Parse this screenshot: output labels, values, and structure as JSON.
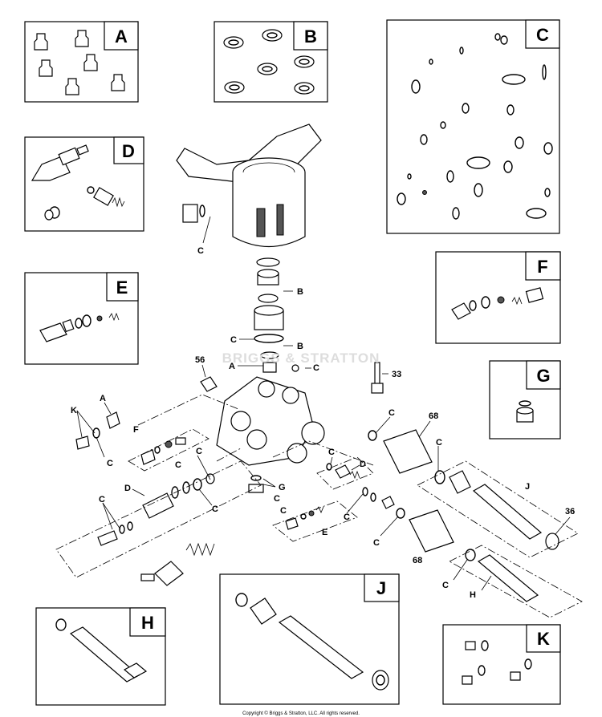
{
  "kit_tags": {
    "a": "A",
    "b": "B",
    "c": "C",
    "d": "D",
    "e": "E",
    "f": "F",
    "g": "G",
    "h": "H",
    "j": "J",
    "k": "K"
  },
  "callouts": {
    "c_manifold": "C",
    "b_upper": "B",
    "c_oring": "C",
    "b_lower": "B",
    "n56": "56",
    "a_valve": "A",
    "c_ball": "C",
    "n33": "33",
    "a_left": "A",
    "k_left": "K",
    "c_k": "C",
    "f_left": "F",
    "c_f": "C",
    "c_unloader": "C",
    "d_left": "D",
    "c_d_left": "C",
    "c_d_right": "C",
    "g_center": "G",
    "c_center": "C",
    "c_e": "C",
    "e_center": "E",
    "d_right": "D",
    "c_d_small": "C",
    "c_top_right": "C",
    "n68_top": "68",
    "c_j": "C",
    "j_right": "J",
    "n36": "36",
    "c_lower": "C",
    "n68_bottom": "68",
    "c_h": "C",
    "h_right": "H"
  },
  "watermark": "BRIGGS & STRATTON",
  "copyright": "Copyright © Briggs & Stratton, LLC. All rights reserved."
}
